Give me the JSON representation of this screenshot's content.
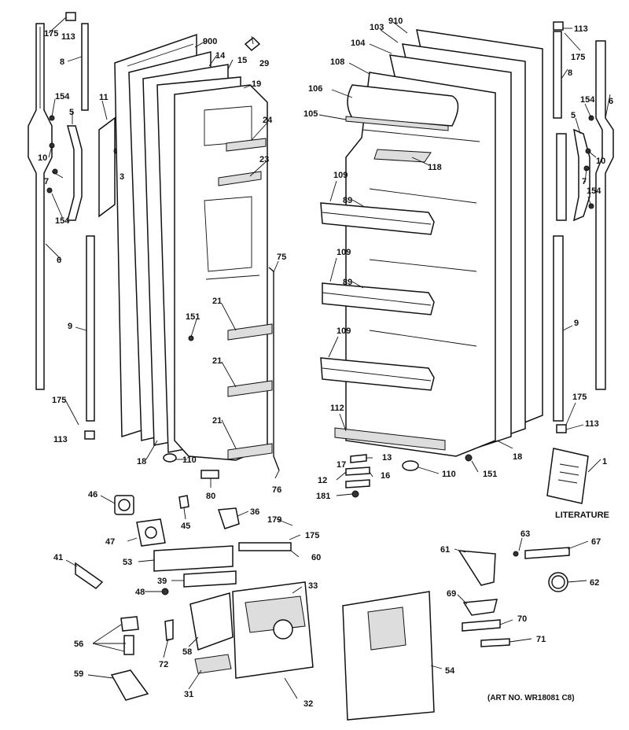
{
  "diagram": {
    "art_number": "(ART NO. WR18081 C8)",
    "literature_label": "LITERATURE",
    "callouts": {
      "c175a": "175",
      "c113a": "113",
      "c8a": "8",
      "c154a": "154",
      "c5a": "5",
      "c11": "11",
      "c10a": "10",
      "c3": "3",
      "c7a": "7",
      "c154b": "154",
      "c6a": "6",
      "c9a": "9",
      "c175b": "175",
      "c113b": "113",
      "c900": "900",
      "c14": "14",
      "c15": "15",
      "c29": "29",
      "c19": "19",
      "c24": "24",
      "c23": "23",
      "c75": "75",
      "c151a": "151",
      "c21a": "21",
      "c21b": "21",
      "c21c": "21",
      "c18a": "18",
      "c110a": "110",
      "c80": "80",
      "c76": "76",
      "c910": "910",
      "c103": "103",
      "c104": "104",
      "c108": "108",
      "c106": "106",
      "c105": "105",
      "c118": "118",
      "c109a": "109",
      "c89a": "89",
      "c109b": "109",
      "c89b": "89",
      "c109c": "109",
      "c112": "112",
      "c18b": "18",
      "c113c": "113",
      "c175c": "175",
      "c8b": "8",
      "c6b": "6",
      "c154c": "154",
      "c5b": "5",
      "c10b": "10",
      "c7b": "7",
      "c154d": "154",
      "c9b": "9",
      "c175d": "175",
      "c113d": "113",
      "c1": "1",
      "c17": "17",
      "c13": "13",
      "c12": "12",
      "c16": "16",
      "c181": "181",
      "c110b": "110",
      "c151b": "151",
      "c46": "46",
      "c45": "45",
      "c36": "36",
      "c179": "179",
      "c175e": "175",
      "c47": "47",
      "c53": "53",
      "c60": "60",
      "c41": "41",
      "c39": "39",
      "c33": "33",
      "c48": "48",
      "c56": "56",
      "c72": "72",
      "c58": "58",
      "c59": "59",
      "c31": "31",
      "c32": "32",
      "c61": "61",
      "c63": "63",
      "c67": "67",
      "c62": "62",
      "c69": "69",
      "c70": "70",
      "c71": "71",
      "c54": "54"
    }
  }
}
